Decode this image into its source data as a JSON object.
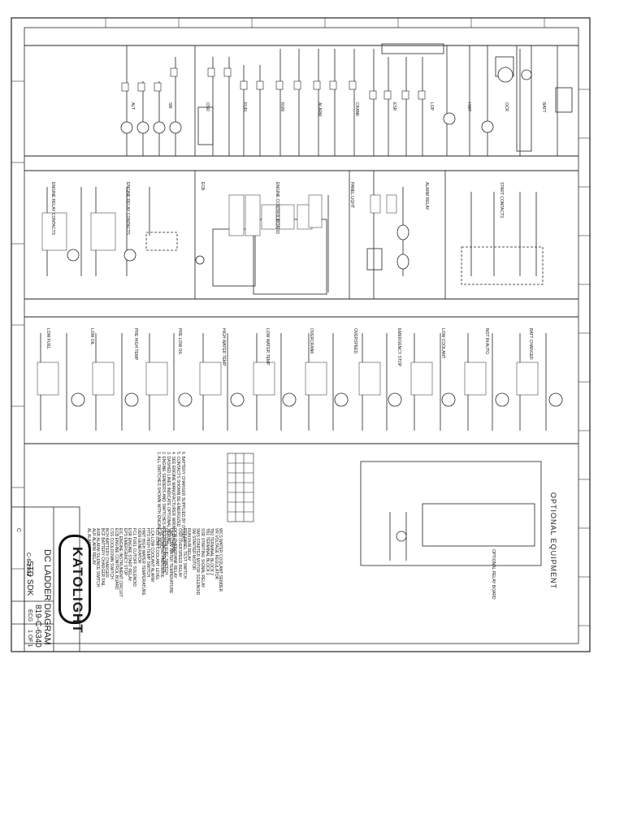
{
  "title_block": {
    "logo": "KATOLIGHT",
    "drawing_title": "DC LADDER DIAGRAM",
    "drawing_number": "819-C-6340",
    "date": "C-6-2003",
    "drawn_by": "STD SDK",
    "checked_by": "ECG",
    "sheet": "1 OF 1",
    "rev": "C"
  },
  "sections": {
    "optional": "OPTIONAL EQUIPMENT"
  },
  "legend": [
    "AL  ALARM",
    "ALR  ALARM RELAY",
    "ASR  ALARM SILENCE SWITCH",
    "BCF  BATTERY CHARGER FAIL",
    "BCH  BATTERY CHARGER",
    "CSS  COOLDOWN SWITCH",
    "ECB  ENGINE CONTROL BOARD",
    "EIC  ENGINE INSTRUMENT CIRCUIT",
    "EPS  EMERGENCY STOP",
    "ESR  ENGINE START RELAY",
    "FCL  FUEL CUTOFF SOLENOID",
    "GEN  GENERATOR",
    "HWT  HIGH WATER TEMPERATURE",
    "HTS  HIGH TEMP SWITCH",
    "LCA  LOW COOLANT ALARM",
    "LCL  LOW COOLANT LEVEL",
    "LOP  LOW OIL PRESSURE",
    "LFS  LOW FUEL SWITCH",
    "LWT  LOW WATER TEMPERATURE",
    "OCR  OVERCRANK RELAY",
    "OSR  OVERSPEED RELAY",
    "PTS  PANEL TEST SWITCH",
    "RUN  RUN RELAY",
    "SM  STARTER MOTOR",
    "SMS  STARTER MOTOR SOLENOID",
    "SSR  STARTING SIGNAL RELAY",
    "TB1  TERMINAL BLOCK 1",
    "TB2  TERMINAL BLOCK 2",
    "VR  VOLTAGE REGULATOR",
    "WCS  WATER COOLANT SENDER"
  ],
  "notes": [
    "1. ALL SWITCHES SHOWN WITH ENGINE AT REST",
    "2. ENGINE SENDERS AND SWITCHES ARE ENGINE MOUNTED",
    "3. DASHED LINES INDICATE OPTIONAL WIRING",
    "4. SEE ENGINE MANUFACTURER WIRING DIAGRAM",
    "5. CONTACTS SHOWN DE-ENERGIZED",
    "6. BATTERY CHARGER SUPPLIED BY OTHERS"
  ],
  "optional_box": {
    "label": "OPTIONAL RELAY BOARD"
  },
  "ladder_labels": {
    "top": [
      "ALT",
      "SM",
      "OSR",
      "FUEL",
      "RUN",
      "ALARM",
      "CRANK",
      "ESR",
      "LOP",
      "HWT",
      "OCR",
      "BATT"
    ],
    "middle": [
      "ENGINE RELAY CONTACTS",
      "ENGINE RELAY CONTACTS",
      "ECB",
      "ENGINE CONTROL BOARD",
      "PANEL LIGHT",
      "ALARM RELAY",
      "START CONTACTS"
    ],
    "bottom": [
      "LOW FUEL",
      "LOW OIL",
      "PRE HIGH TEMP",
      "PRE LOW OIL",
      "HIGH WATER TEMP",
      "LOW WATER TEMP",
      "OVERCRANK",
      "OVERSPEED",
      "EMERGENCY STOP",
      "LOW COOLANT",
      "NOT IN AUTO",
      "BATT CHARGER"
    ]
  }
}
